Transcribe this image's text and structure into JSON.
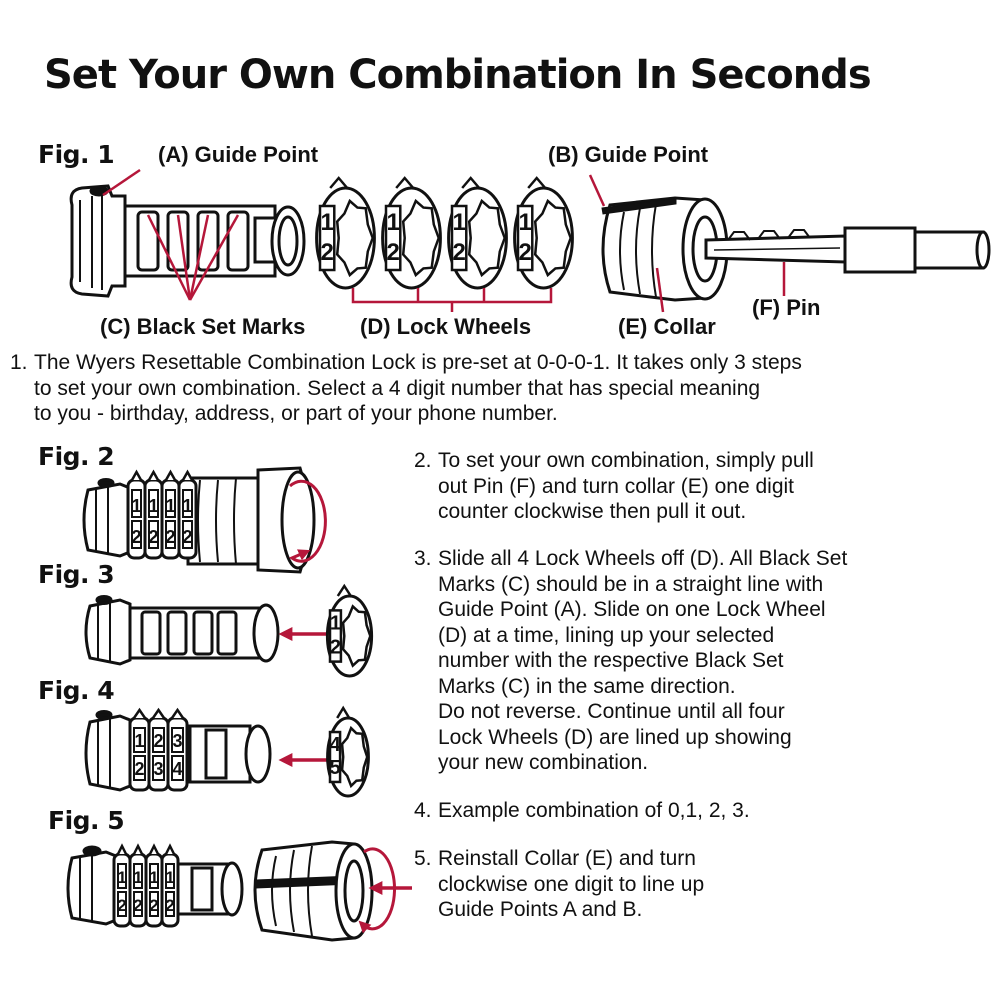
{
  "title": "Set Your Own Combination In Seconds",
  "figures": [
    "Fig. 1",
    "Fig. 2",
    "Fig. 3",
    "Fig. 4",
    "Fig. 5"
  ],
  "labels": {
    "guide_a": "(A) Guide Point",
    "guide_b": "(B) Guide Point",
    "set_marks": "(C) Black Set Marks",
    "lock_wheels": "(D) Lock Wheels",
    "collar": "(E) Collar",
    "pin": "(F) Pin"
  },
  "steps": [
    {
      "num": "1.",
      "text": "The Wyers Resettable Combination Lock is pre-set at 0-0-0-1. It takes only 3 steps\nto set your own combination. Select a 4 digit number that has special meaning\nto you - birthday, address, or part of your phone number."
    },
    {
      "num": "2.",
      "text": "To set your own combination, simply pull\nout Pin (F) and turn collar (E) one digit\ncounter clockwise then pull it out."
    },
    {
      "num": "3.",
      "text": "Slide all 4 Lock Wheels off (D). All Black Set\nMarks (C) should be in a straight line with\nGuide Point (A). Slide on one Lock Wheel\n(D) at a time, lining up your selected\nnumber with the respective Black Set\nMarks (C) in the same direction.\nDo not reverse. Continue until all four\nLock Wheels (D) are lined up showing\nyour new combination."
    },
    {
      "num": "4.",
      "text": "Example combination of 0,1, 2, 3."
    },
    {
      "num": "5.",
      "text": "Reinstall Collar (E) and turn\nclockwise one digit to line up\nGuide Points A and B."
    }
  ],
  "wheel_digits": {
    "fig1": [
      [
        "1",
        "2"
      ],
      [
        "1",
        "2"
      ],
      [
        "1",
        "2"
      ],
      [
        "1",
        "2"
      ]
    ],
    "fig2": [
      [
        "1",
        "2"
      ],
      [
        "1",
        "2"
      ],
      [
        "1",
        "2"
      ],
      [
        "1",
        "2"
      ]
    ],
    "fig3_wheel": [
      "1",
      "2"
    ],
    "fig4": [
      [
        "1",
        "2"
      ],
      [
        "2",
        "3"
      ],
      [
        "3",
        "4"
      ]
    ],
    "fig4_wheel": [
      "4",
      "5"
    ],
    "fig5": [
      [
        "1",
        "2"
      ],
      [
        "1",
        "2"
      ],
      [
        "1",
        "2"
      ],
      [
        "1",
        "2"
      ]
    ]
  },
  "colors": {
    "accent": "#b5173a",
    "ink": "#111111"
  }
}
